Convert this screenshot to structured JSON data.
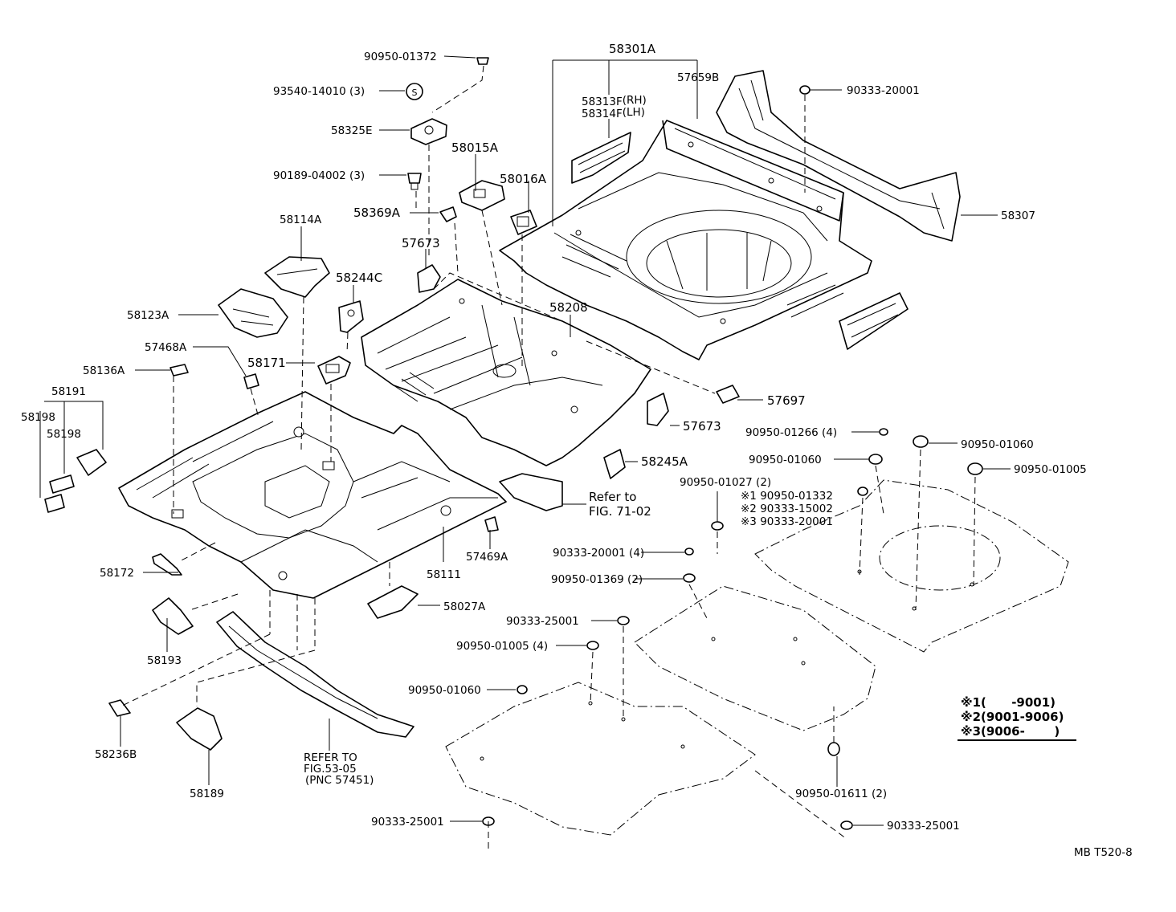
{
  "parts": {
    "p_9095001372": "90950-01372",
    "p_9354014010": "93540-14010 (3)",
    "p_58325E": "58325E",
    "p_9018904002": "90189-04002 (3)",
    "p_58015A": "58015A",
    "p_58016A": "58016A",
    "p_58369A": "58369A",
    "p_57673a": "57673",
    "p_58114A": "58114A",
    "p_58244C": "58244C",
    "p_58123A": "58123A",
    "p_57468A": "57468A",
    "p_58171": "58171",
    "p_58136A": "58136A",
    "p_58191": "58191",
    "p_58198a": "58198",
    "p_58198b": "58198",
    "p_58301A": "58301A",
    "p_57659B": "57659B",
    "p_58313F": "58313F",
    "p_58313F_side": "(RH)",
    "p_58314F": "58314F",
    "p_58314F_side": "(LH)",
    "p_9033320001a": "90333-20001",
    "p_58307": "58307",
    "p_58208": "58208",
    "p_57697": "57697",
    "p_57673b": "57673",
    "p_58245A": "58245A",
    "p_9095001266": "90950-01266 (4)",
    "p_9095001060a": "90950-01060",
    "p_9095001060b": "90950-01060",
    "p_9095001005a": "90950-01005",
    "p_9095001027": "90950-01027 (2)",
    "p_sub1": "※1 90950-01332",
    "p_sub2": "※2 90333-15002",
    "p_sub3": "※3 90333-20001",
    "p_9033320001b": "90333-20001 (4)",
    "p_9095001369": "90950-01369 (2)",
    "p_9033325001a": "90333-25001",
    "p_9095001005b": "90950-01005 (4)",
    "p_9095001060c": "90950-01060",
    "p_9033325001b": "90333-25001",
    "p_9033325001c": "90333-25001",
    "p_9095001611": "90950-01611 (2)",
    "p_58172": "58172",
    "p_58111": "58111",
    "p_57469A": "57469A",
    "p_58027A": "58027A",
    "p_58193": "58193",
    "p_58236B": "58236B",
    "p_58189": "58189"
  },
  "notes": {
    "refer_71_line1": "Refer to",
    "refer_71_line2": "FIG. 71-02",
    "refer_53_line1": "REFER TO",
    "refer_53_line2": "FIG.53-05",
    "refer_53_line3": "(PNC 57451)"
  },
  "legend": {
    "row1": "※1(      -9001)",
    "row2": "※2(9001-9006)",
    "row3": "※3(9006-       )"
  },
  "figure_code": "MB T520-8"
}
